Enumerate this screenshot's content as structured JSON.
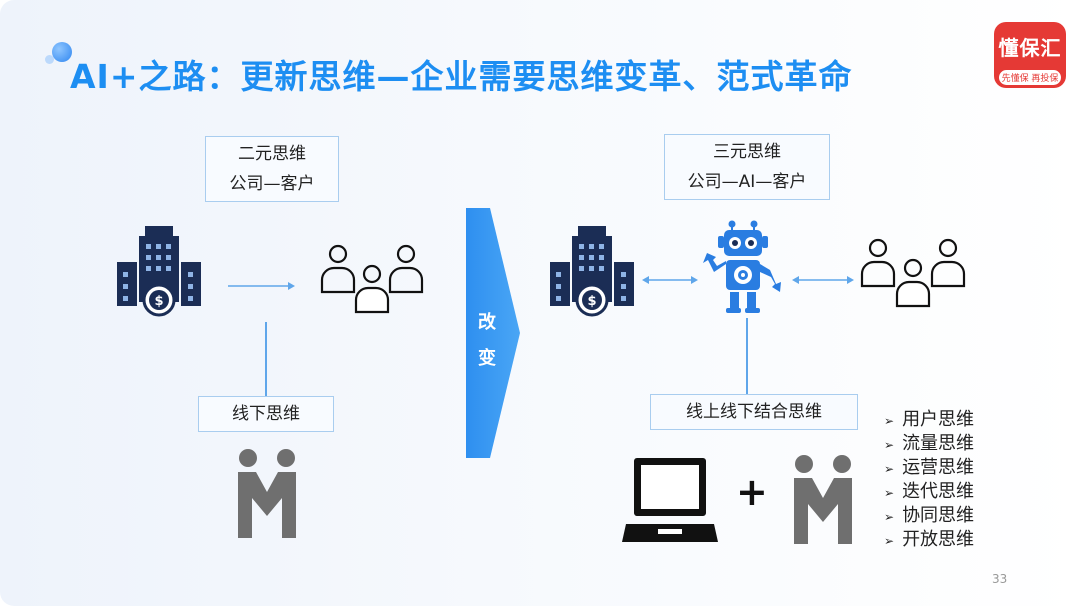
{
  "title": "AI+之路：更新思维—企业需要思维变革、范式革命",
  "logo": {
    "main": "懂保汇",
    "sub": "先懂保 再投保"
  },
  "left": {
    "top_box": {
      "line1": "二元思维",
      "line2": "公司—客户"
    },
    "bottom_box": "线下思维"
  },
  "change": {
    "char1": "改",
    "char2": "变"
  },
  "right": {
    "top_box": {
      "line1": "三元思维",
      "line2": "公司—AI—客户"
    },
    "bottom_box": "线上线下结合思维",
    "plus": "+"
  },
  "thinking_list": [
    "用户思维",
    "流量思维",
    "运营思维",
    "迭代思维",
    "协同思维",
    "开放思维"
  ],
  "bullet_glyph": "➢",
  "page_number": "33",
  "colors": {
    "title": "#1d8ef2",
    "building": "#1b2d55",
    "robot": "#2a7de1",
    "connector": "#5fa6ea",
    "logo": "#e53935"
  },
  "icons": [
    "building-icon",
    "people-group-icon",
    "handshake-icon",
    "robot-icon",
    "laptop-icon"
  ]
}
